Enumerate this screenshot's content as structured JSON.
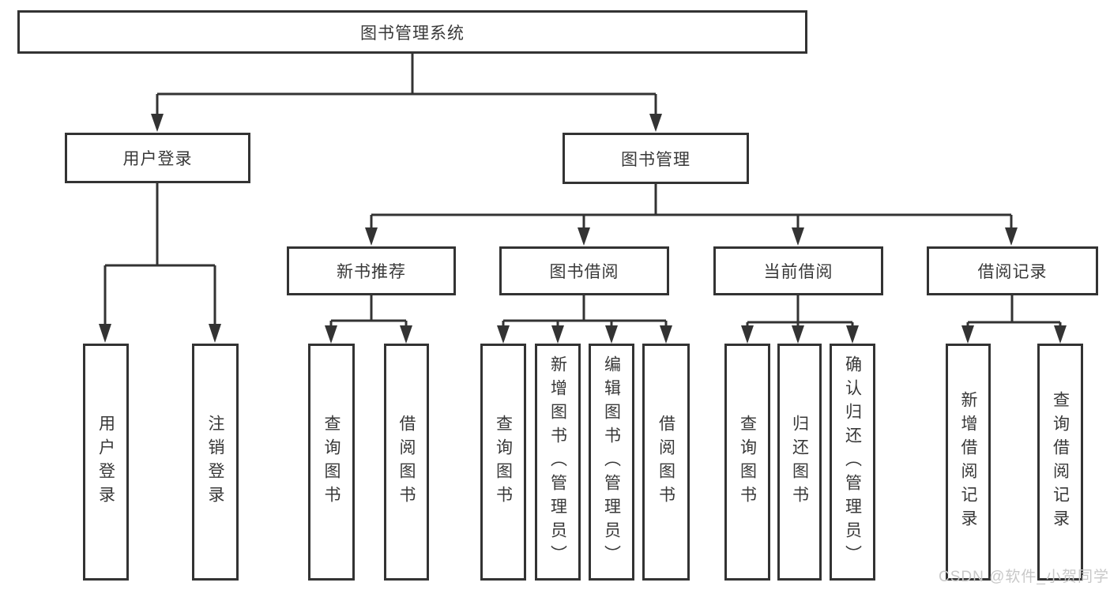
{
  "diagram": {
    "nodes": {
      "root": "图书管理系统",
      "user_login": "用户登录",
      "book_management": "图书管理",
      "leaf_user_login": "用户登录",
      "leaf_logout": "注销登录",
      "new_book_recommend": "新书推荐",
      "book_borrow": "图书借阅",
      "current_borrow": "当前借阅",
      "borrow_record": "借阅记录",
      "nbr_query_book": "查询图书",
      "nbr_borrow_book": "借阅图书",
      "bb_query_book": "查询图书",
      "bb_add_book_admin": "新增图书（管理员）",
      "bb_edit_book_admin": "编辑图书（管理员）",
      "bb_borrow_book": "借阅图书",
      "cb_query_book": "查询图书",
      "cb_return_book": "归还图书",
      "cb_confirm_return_admin": "确认归还（管理员）",
      "br_add_record": "新增借阅记录",
      "br_query_record": "查询借阅记录"
    },
    "colors": {
      "line": "#333333",
      "box_border": "#333333",
      "text": "#383838",
      "background": "#ffffff",
      "watermark": "#c8c8c8"
    }
  },
  "watermark": "CSDN @软件_小贺同学"
}
